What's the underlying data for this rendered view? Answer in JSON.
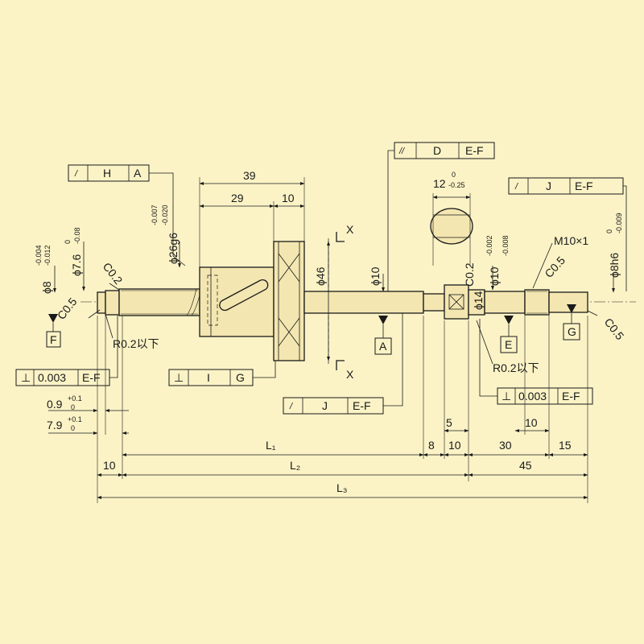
{
  "colors": {
    "background": "#fbf3c6",
    "ink": "#1a1a1a",
    "part_fill": "#f3e6b0"
  },
  "frames": {
    "hA": {
      "sym": "/",
      "ref": "H",
      "datum": "A"
    },
    "dEF": {
      "sym": "//",
      "ref": "D",
      "datum": "E-F"
    },
    "jEF_right": {
      "sym": "/",
      "ref": "J",
      "datum": "E-F"
    },
    "perp_left": {
      "sym": "⊥",
      "tol": "0.003",
      "datum": "E-F"
    },
    "perp_IG": {
      "sym": "⊥",
      "ref": "I",
      "datum": "G"
    },
    "jEF_mid": {
      "sym": "/",
      "ref": "J",
      "datum": "E-F"
    },
    "perp_right": {
      "sym": "⊥",
      "tol": "0.003",
      "datum": "E-F"
    }
  },
  "datums": {
    "F": "F",
    "A": "A",
    "E": "E",
    "G": "G"
  },
  "section": {
    "x_top": "X",
    "x_bot": "X"
  },
  "dims": {
    "d39": "39",
    "d29": "29",
    "d10_top": "10",
    "phi46": "ϕ46",
    "phi10": "ϕ10",
    "phi14": "ϕ14",
    "d12": "12",
    "d12_up": "0",
    "d12_lo": "-0.25",
    "d26": "ϕ26g6",
    "d26_up": "-0.007",
    "d26_lo": "-0.020",
    "d76": "ϕ7.6",
    "d76_up": "0",
    "d76_lo": "-0.08",
    "d8": "ϕ8",
    "d8_up": "-0.004",
    "d8_lo": "-0.012",
    "c02_left": "C0.2",
    "c05_left": "C0.5",
    "r02_left": "R0.2以下",
    "c02_right": "C0.2",
    "phi10r": "ϕ10",
    "phi10r_up": "-0.002",
    "phi10r_lo": "-0.008",
    "m10": "M10×1",
    "c05_mr": "C0.5",
    "d8h6": "ϕ8h6",
    "d8h6_up": "0",
    "d8h6_lo": "-0.009",
    "c05_right": "C0.5",
    "r02_right": "R0.2以下",
    "d09": "0.9",
    "d09_up": "+0.1",
    "d09_lo": "0",
    "d79": "7.9",
    "d79_up": "+0.1",
    "d79_lo": "0",
    "d5": "5",
    "d10_mid": "10",
    "d8b": "8",
    "d10b": "10",
    "d30": "30",
    "d15": "15",
    "d10_left": "10",
    "d45": "45",
    "L1": "L₁",
    "L2": "L₂",
    "L3": "L₃"
  }
}
